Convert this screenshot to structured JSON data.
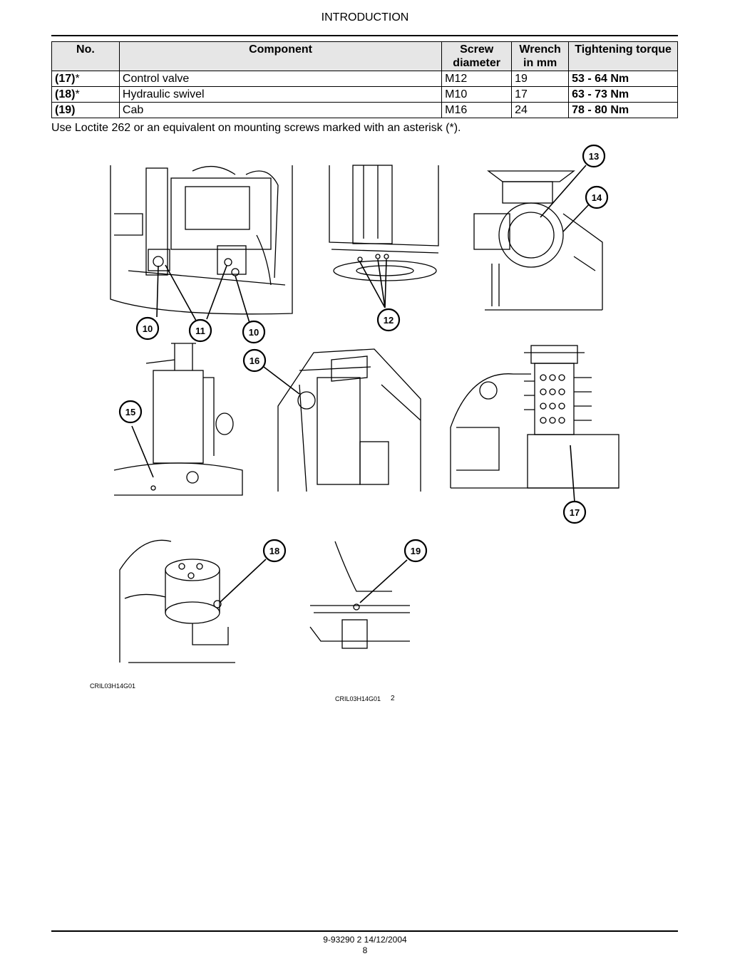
{
  "header": {
    "title": "INTRODUCTION"
  },
  "table": {
    "columns": [
      "No.",
      "Component",
      "Screw diameter",
      "Wrench in mm",
      "Tightening torque"
    ],
    "column_lines": [
      [
        "No."
      ],
      [
        "Component"
      ],
      [
        "Screw",
        "diameter"
      ],
      [
        "Wrench",
        "in mm"
      ],
      [
        "Tightening torque"
      ]
    ],
    "rows": [
      {
        "no": "(17)",
        "mark": "*",
        "component": "Control valve",
        "screw": "M12",
        "wrench": "19",
        "torque": "53 - 64 Nm"
      },
      {
        "no": "(18)",
        "mark": "*",
        "component": "Hydraulic swivel",
        "screw": "M10",
        "wrench": "17",
        "torque": "63 - 73 Nm"
      },
      {
        "no": "(19)",
        "mark": "",
        "component": "Cab",
        "screw": "M16",
        "wrench": "24",
        "torque": "78 - 80 Nm"
      }
    ]
  },
  "note": "Use Loctite 262 or an equivalent on mounting screws marked with an asterisk (*).",
  "figure": {
    "callouts": [
      "10",
      "11",
      "10",
      "12",
      "13",
      "14",
      "15",
      "16",
      "17",
      "18",
      "19"
    ],
    "code_left": "CRIL03H14G01",
    "code_center": "CRIL03H14G01",
    "figure_number": "2"
  },
  "footer": {
    "doc_ref": "9-93290 2 14/12/2004",
    "page": "8"
  }
}
